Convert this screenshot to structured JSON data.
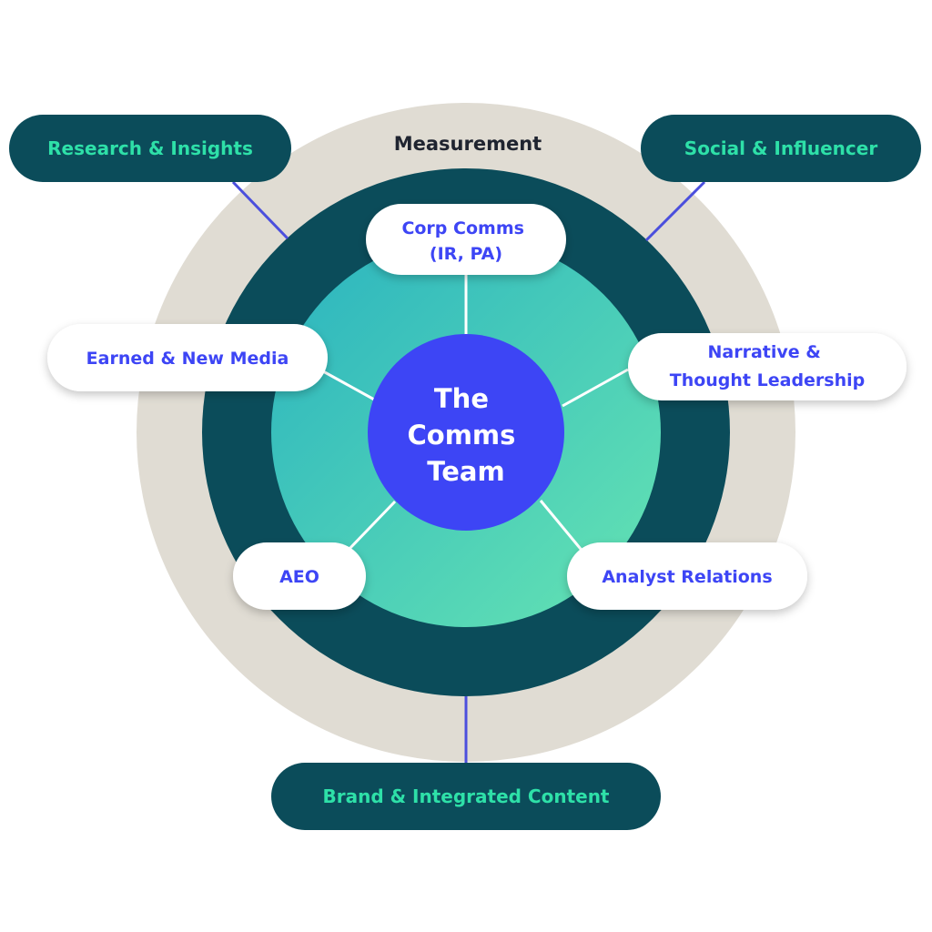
{
  "colors": {
    "outer_ring": "#e0dcd3",
    "dark_ring": "#0b4c5a",
    "inner_gradient_start": "#2ab3c0",
    "inner_gradient_end": "#66e4b2",
    "center": "#3d45f5",
    "connector_outer": "#4b4fdd",
    "connector_inner": "#ffffff",
    "outer_label_text": "#2ee0a8",
    "inner_label_text": "#3d45f5",
    "center_text": "#ffffff",
    "ring_label_text": "#1f2430"
  },
  "center": {
    "lines": [
      "The",
      "Comms",
      "Team"
    ]
  },
  "ring_label": "Measurement",
  "outer_labels": [
    {
      "id": "research",
      "text": "Research & Insights"
    },
    {
      "id": "social",
      "text": "Social & Influencer"
    },
    {
      "id": "brand",
      "text": "Brand & Integrated Content"
    }
  ],
  "inner_labels": [
    {
      "id": "corp",
      "lines": [
        "Corp Comms",
        "(IR, PA)"
      ]
    },
    {
      "id": "earned",
      "lines": [
        "Earned & New Media"
      ]
    },
    {
      "id": "narrative",
      "lines": [
        "Narrative &",
        "Thought Leadership"
      ]
    },
    {
      "id": "aeo",
      "lines": [
        "AEO"
      ]
    },
    {
      "id": "analyst",
      "lines": [
        "Analyst Relations"
      ]
    }
  ]
}
